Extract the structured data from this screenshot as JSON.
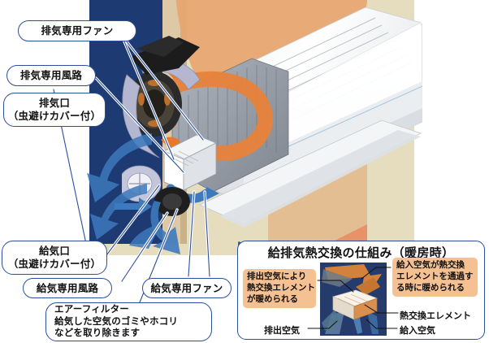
{
  "diagram": {
    "title_visible": false,
    "callouts": [
      {
        "id": "exhaust-fan-top",
        "text": "排気専用ファン"
      },
      {
        "id": "exhaust-duct",
        "text": "排気専用風路"
      },
      {
        "id": "exhaust-port",
        "text": "排気口\n（虫避けカバー付）"
      },
      {
        "id": "supply-port",
        "text": "給気口\n（虫避けカバー付）"
      },
      {
        "id": "supply-duct",
        "text": "給気専用風路"
      },
      {
        "id": "supply-fan",
        "text": "給気専用ファン"
      },
      {
        "id": "air-filter",
        "text": "エアーフィルター\n給気した空気のゴミやホコリ\nなどを取り除きます"
      }
    ]
  },
  "inset": {
    "title": "給排気熱交換の仕組み（暖房時）",
    "callout_left": "排出空気により\n熱交換エレメント\nが暖められる",
    "callout_right": "給入空気が熱交換\nエレメントを通過す\nる時に暖められる",
    "label_element": "熱交換エレメント",
    "label_exhaust_air": "排出空気",
    "label_supply_air": "給入空気"
  },
  "colors": {
    "bubble_border": "#2b4f9e",
    "bubble_bg": "#ffffff",
    "orange_callout_bg": "#f5c193",
    "inset_stage_bg": "#243b6b",
    "navy_wall": "#1d3a72",
    "beige_bg": "#e6dcbe",
    "accent_orange": "#e8926a",
    "airflow_blue": "#3d79bd",
    "heat_orange": "#e8782a",
    "text": "#111111"
  }
}
